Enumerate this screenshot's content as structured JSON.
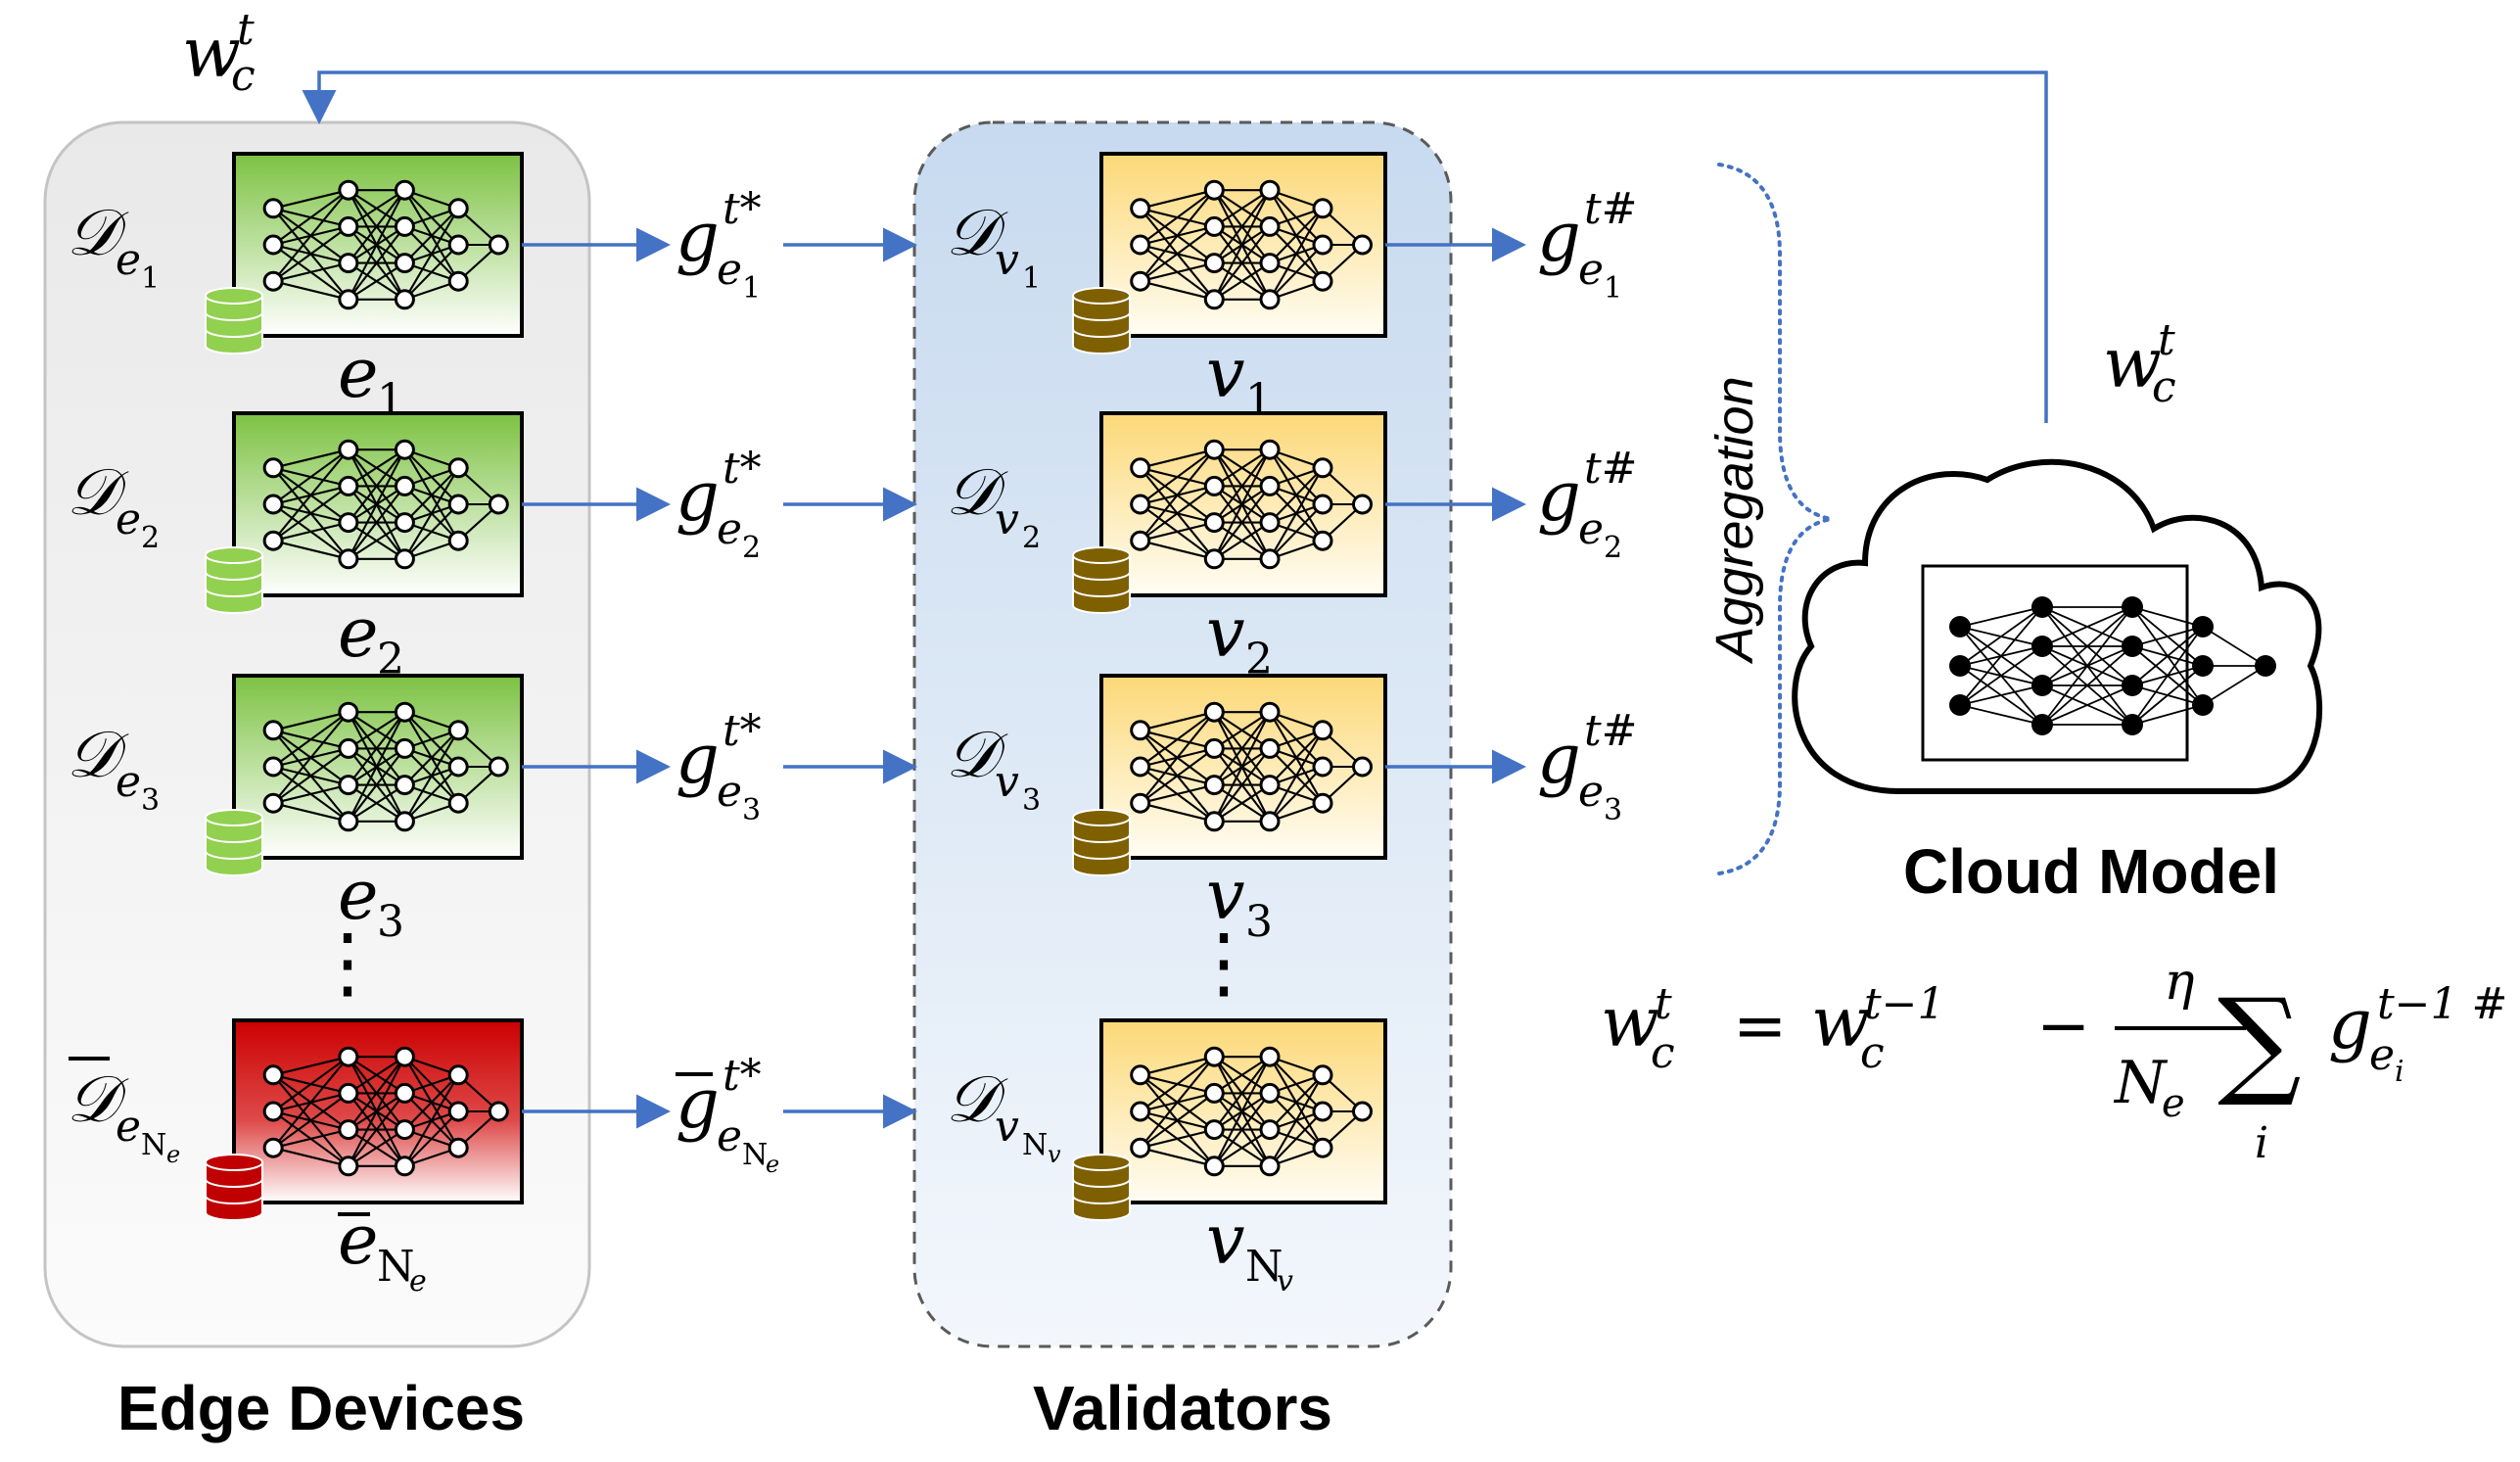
{
  "groups": {
    "edge_devices": "Edge Devices",
    "validators": "Validators",
    "cloud_model": "Cloud Model",
    "aggregation": "Aggregation"
  },
  "top_feedback": {
    "symbol": "w",
    "sub": "c",
    "sup": "t"
  },
  "cloud_feedback": {
    "symbol": "w",
    "sub": "c",
    "sup": "t"
  },
  "edge_rows": [
    {
      "dataset_sym": "𝒟",
      "dataset_sub": "e",
      "dataset_subsub": "1",
      "device_sym": "e",
      "device_sub": "1",
      "grad_sym": "g",
      "grad_sub": "e",
      "grad_subsub": "1",
      "grad_sup": "t*",
      "status": "honest"
    },
    {
      "dataset_sym": "𝒟",
      "dataset_sub": "e",
      "dataset_subsub": "2",
      "device_sym": "e",
      "device_sub": "2",
      "grad_sym": "g",
      "grad_sub": "e",
      "grad_subsub": "2",
      "grad_sup": "t*",
      "status": "honest"
    },
    {
      "dataset_sym": "𝒟",
      "dataset_sub": "e",
      "dataset_subsub": "3",
      "device_sym": "e",
      "device_sub": "3",
      "grad_sym": "g",
      "grad_sub": "e",
      "grad_subsub": "3",
      "grad_sup": "t*",
      "status": "honest"
    },
    {
      "dataset_sym": "𝒟",
      "dataset_sub": "e",
      "dataset_subsub": "N",
      "dataset_subsubsub": "e",
      "device_sym": "e",
      "device_sub": "N",
      "device_subsub": "e",
      "grad_sym": "g",
      "grad_sub": "e",
      "grad_subsub": "N",
      "grad_subsubsub": "e",
      "grad_sup": "t*",
      "status": "malicious"
    }
  ],
  "validator_rows": [
    {
      "dataset_sym": "𝒟",
      "dataset_sub": "v",
      "dataset_subsub": "1",
      "validator_sym": "v",
      "validator_sub": "1",
      "out_sym": "g",
      "out_sub": "e",
      "out_subsub": "1",
      "out_sup": "t#"
    },
    {
      "dataset_sym": "𝒟",
      "dataset_sub": "v",
      "dataset_subsub": "2",
      "validator_sym": "v",
      "validator_sub": "2",
      "out_sym": "g",
      "out_sub": "e",
      "out_subsub": "2",
      "out_sup": "t#"
    },
    {
      "dataset_sym": "𝒟",
      "dataset_sub": "v",
      "dataset_subsub": "3",
      "validator_sym": "v",
      "validator_sub": "3",
      "out_sym": "g",
      "out_sub": "e",
      "out_subsub": "3",
      "out_sup": "t#"
    },
    {
      "dataset_sym": "𝒟",
      "dataset_sub": "v",
      "dataset_subsub": "N",
      "dataset_subsubsub": "v",
      "validator_sym": "v",
      "validator_sub": "N",
      "validator_subsub": "v"
    }
  ],
  "ellipsis": "⋮",
  "update_rule": {
    "lhs_sym": "w",
    "lhs_sub": "c",
    "lhs_sup": "t",
    "equals": "=",
    "prev_sym": "w",
    "prev_sub": "c",
    "prev_sup": "t−1",
    "minus": "−",
    "frac_num": "η",
    "frac_den_sym": "N",
    "frac_den_sub": "e",
    "sum": "∑",
    "sum_index": "i",
    "term_sym": "g",
    "term_sub": "e",
    "term_subsub": "i",
    "term_sup": "t−1 #"
  },
  "colors": {
    "edge_panel": "#f1f1f1",
    "validator_panel": "#d2e2f1",
    "honest_model": "#7cc242",
    "malicious_model": "#cc0000",
    "validator_model": "#fcd877",
    "honest_db": "#92d050",
    "malicious_db": "#c00000",
    "validator_db": "#7f6000",
    "arrow": "#4472c4"
  }
}
